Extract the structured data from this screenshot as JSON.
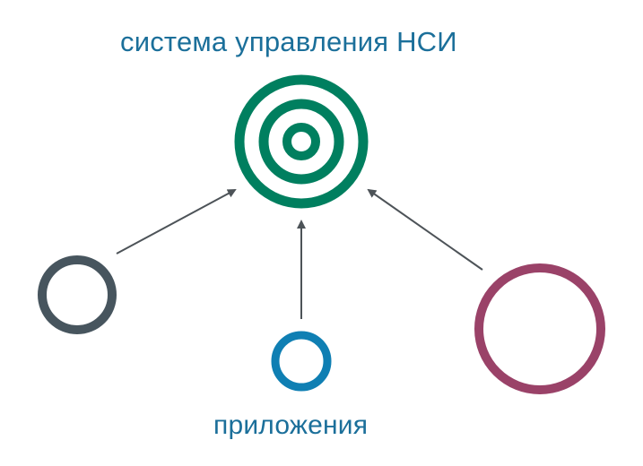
{
  "diagram": {
    "title": "система управления НСИ",
    "bottom_label": "приложения"
  },
  "colors": {
    "label_blue": "#1b6f9a",
    "target_green": "#007f5f",
    "left_circle_gray": "#47555e",
    "center_circle_blue": "#0f7fb3",
    "right_circle_plum": "#9a4268",
    "arrow_gray": "#4d5358"
  },
  "nodes": {
    "central_target": {
      "name": "система управления НСИ",
      "icon": "target-icon"
    },
    "sources": [
      {
        "id": "left-source",
        "icon": "ring-icon",
        "color": "#47555e"
      },
      {
        "id": "center-source",
        "icon": "ring-icon",
        "color": "#0f7fb3"
      },
      {
        "id": "right-source",
        "icon": "ring-icon",
        "color": "#9a4268"
      }
    ]
  }
}
